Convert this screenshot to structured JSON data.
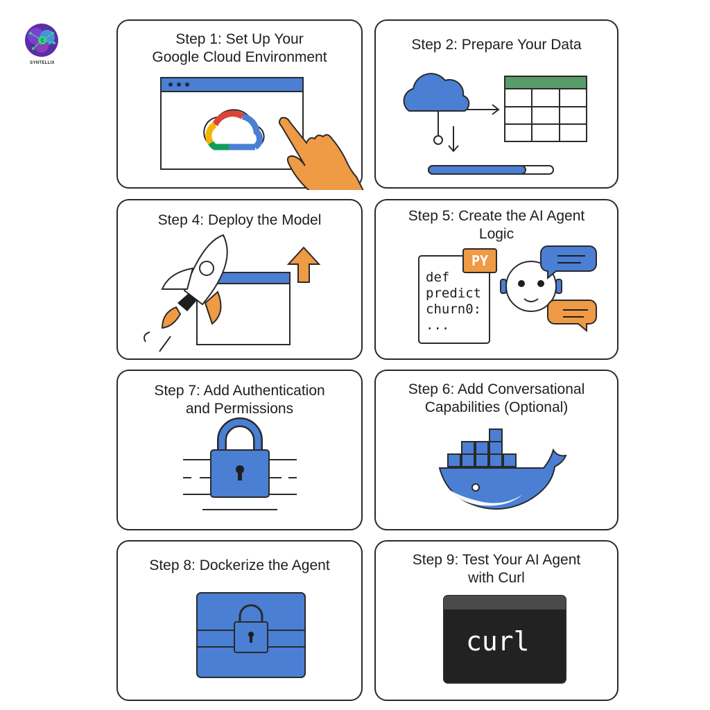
{
  "brand": {
    "name": "SYNTELLIX"
  },
  "colors": {
    "blue": "#4a7fd4",
    "orange": "#ef9a45",
    "green": "#5a9b6a",
    "dark": "#2a2a2a"
  },
  "cards": [
    {
      "title_line1": "Step 1: Set Up Your",
      "title_line2": "Google Cloud Environment",
      "icon": "google-cloud-browser-icon"
    },
    {
      "title_line1": "Step 2: Prepare Your Data",
      "icon": "cloud-to-table-icon"
    },
    {
      "title_line1": "Step 4: Deploy the Model",
      "icon": "rocket-icon"
    },
    {
      "title_line1": "Step 5: Create the AI Agent",
      "title_line2": "Logic",
      "icon": "robot-chat-icon",
      "badge": "PY",
      "code": [
        "def",
        "predict",
        "churn0:",
        "..."
      ]
    },
    {
      "title_line1": "Step 7: Add Authentication",
      "title_line2": "and Permissions",
      "icon": "padlock-icon"
    },
    {
      "title_line1": "Step 6: Add Conversational",
      "title_line2": "Capabilities (Optional)",
      "icon": "docker-whale-icon"
    },
    {
      "title_line1": "Step 8: Dockerize the Agent",
      "icon": "locked-box-icon"
    },
    {
      "title_line1": "Step 9: Test Your AI Agent",
      "title_line2": "with Curl",
      "icon": "terminal-icon",
      "terminal_text": "curl"
    }
  ]
}
